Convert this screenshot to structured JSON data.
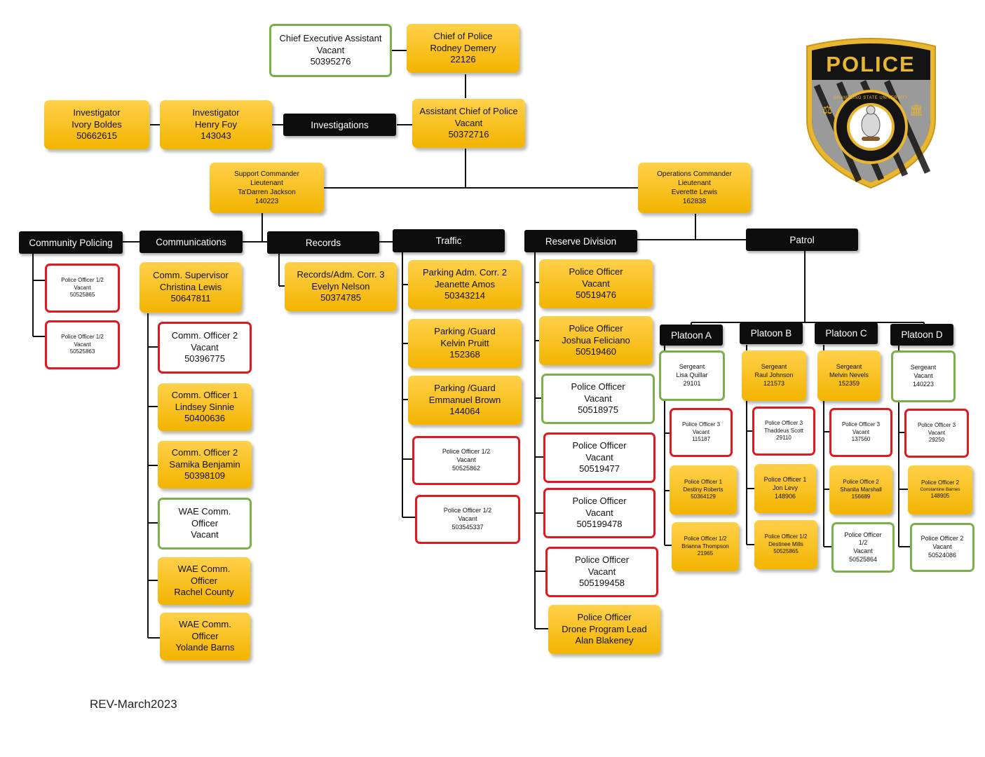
{
  "badge": {
    "text": "POLICE",
    "ring_text": "GRAMBLING STATE UNIVERSITY"
  },
  "revision": "REV-March2023",
  "top": {
    "chief": [
      "Chief of Police",
      "Rodney Demery",
      "22126"
    ],
    "exec_assistant": [
      "Chief Executive Assistant",
      "Vacant",
      "50395276"
    ],
    "assistant_chief": [
      "Assistant Chief of Police",
      "Vacant",
      "50372716"
    ],
    "investigations_label": "Investigations",
    "investigator_1": [
      "Investigator",
      "Ivory Boldes",
      "50662615"
    ],
    "investigator_2": [
      "Investigator",
      "Henry Foy",
      "143043"
    ],
    "support_commander": [
      "Support Commander",
      "Lieutenant",
      "Ta'Darren Jackson",
      "140223"
    ],
    "operations_commander": [
      "Operations Commander",
      "Lieutenant",
      "Everette Lewis",
      "162838"
    ]
  },
  "headers": {
    "community_policing": "Community Policing",
    "communications": "Communications",
    "records": "Records",
    "traffic": "Traffic",
    "reserve_division": "Reserve Division",
    "patrol": "Patrol",
    "platoon_a": "Platoon A",
    "platoon_b": "Platoon B",
    "platoon_c": "Platoon C",
    "platoon_d": "Platoon D"
  },
  "community_policing": [
    [
      "Police Officer 1/2",
      "Vacant",
      "50525865"
    ],
    [
      "Police Officer 1/2",
      "Vacant",
      "50525863"
    ]
  ],
  "communications": [
    [
      "Comm. Supervisor",
      "Christina Lewis",
      "50647811"
    ],
    [
      "Comm. Officer 2",
      "Vacant",
      "50396775"
    ],
    [
      "Comm. Officer 1",
      "Lindsey Sinnie",
      "50400636"
    ],
    [
      "Comm. Officer 2",
      "Samika Benjamin",
      "50398109"
    ],
    [
      "WAE Comm.",
      "Officer",
      "Vacant"
    ],
    [
      "WAE Comm.",
      "Officer",
      "Rachel County"
    ],
    [
      "WAE Comm.",
      "Officer",
      "Yolande Barns"
    ]
  ],
  "records": [
    [
      "Records/Adm. Corr. 3",
      "Evelyn Nelson",
      "50374785"
    ]
  ],
  "traffic": [
    [
      "Parking Adm. Corr. 2",
      "Jeanette Amos",
      "50343214"
    ],
    [
      "Parking /Guard",
      "Kelvin Pruitt",
      "152368"
    ],
    [
      "Parking /Guard",
      "Emmanuel Brown",
      "144064"
    ],
    [
      "Police Officer 1/2",
      "Vacant",
      "50525862"
    ],
    [
      "Police Officer 1/2",
      "Vacant",
      "503545337"
    ]
  ],
  "reserve": [
    [
      "Police Officer",
      "Vacant",
      "50519476"
    ],
    [
      "Police Officer",
      "Joshua Feliciano",
      "50519460"
    ],
    [
      "Police Officer",
      "Vacant",
      "50518975"
    ],
    [
      "Police Officer",
      "Vacant",
      "50519477"
    ],
    [
      "Police Officer",
      "Vacant",
      "505199478"
    ],
    [
      "Police Officer",
      "Vacant",
      "505199458"
    ],
    [
      "Police Officer",
      "Drone Program Lead",
      "Alan Blakeney"
    ]
  ],
  "platoon_a": [
    [
      "Sergeant",
      "Lisa Quillar",
      "29101"
    ],
    [
      "Police Officer 3",
      "Vacant",
      "115187"
    ],
    [
      "Police Officer 1",
      "Destiny Roberts",
      "50364129"
    ],
    [
      "Police Officer 1/2",
      "Brianna Thompson",
      "21965"
    ]
  ],
  "platoon_b": [
    [
      "Sergeant",
      "Raul Johnson",
      "121573"
    ],
    [
      "Police Officer 3",
      "Thaddeus Scott",
      "29110"
    ],
    [
      "Police Officer 1",
      "Jon Levy",
      "148906"
    ],
    [
      "Police Officer 1/2",
      "Destinee Mills",
      "50525865"
    ]
  ],
  "platoon_c": [
    [
      "Sergeant",
      "Melvin Nevels",
      "152359"
    ],
    [
      "Police Officer 3",
      "Vacant",
      "137560"
    ],
    [
      "Police Office 2",
      "Shanita Marshall",
      "156689"
    ],
    [
      "Police Officer",
      "1/2",
      "Vacant",
      "50525864"
    ]
  ],
  "platoon_d": [
    [
      "Sergeant",
      "Vacant",
      "140223"
    ],
    [
      "Police Officer 3",
      "Vacant",
      "29250"
    ],
    [
      "Police Officer 2",
      "Constantine Barnes",
      "148905"
    ],
    [
      "Police Officer 2",
      "Vacant",
      "50524086"
    ]
  ],
  "colors": {
    "position_fill": "#f5b800",
    "header_fill": "#0d0d0d",
    "vacant_border": "#e01820",
    "green_border": "#79b04a"
  }
}
